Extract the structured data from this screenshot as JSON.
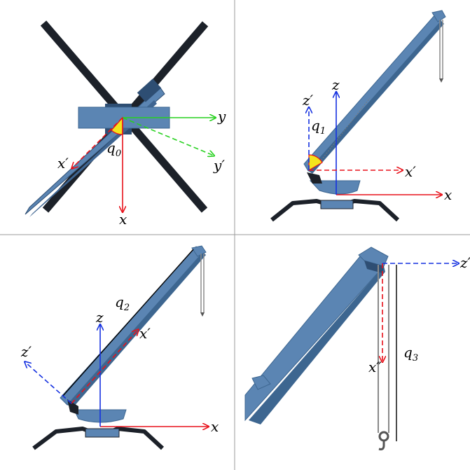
{
  "figure": {
    "panels": [
      {
        "id": "top-view",
        "labels": {
          "x": "x",
          "y": "y",
          "x_prime": "x",
          "y_prime": "y",
          "prime": "′",
          "angle": "q",
          "angle_sub": "0"
        }
      },
      {
        "id": "side-view-slew",
        "labels": {
          "z": "z",
          "x": "x",
          "z_prime": "z",
          "x_prime": "x",
          "prime": "′",
          "angle": "q",
          "angle_sub": "1"
        }
      },
      {
        "id": "side-view-telescope",
        "labels": {
          "z": "z",
          "x": "x",
          "z_prime": "z",
          "x_prime": "x",
          "prime": "′",
          "length": "q",
          "length_sub": "2"
        }
      },
      {
        "id": "tip-detail",
        "labels": {
          "z_dprime": "z",
          "x_dprime": "x",
          "dprime": "″",
          "length": "q",
          "length_sub": "3"
        }
      }
    ],
    "colors": {
      "crane_body": "#5b85b3",
      "crane_dark": "#2e4e73",
      "legs": "#1c2129",
      "frame_red": "#e8121b",
      "frame_blue": "#1531e0",
      "frame_green": "#27d11f",
      "angle_fill": "#f4e51c",
      "divider": "#9a9a9a"
    }
  }
}
